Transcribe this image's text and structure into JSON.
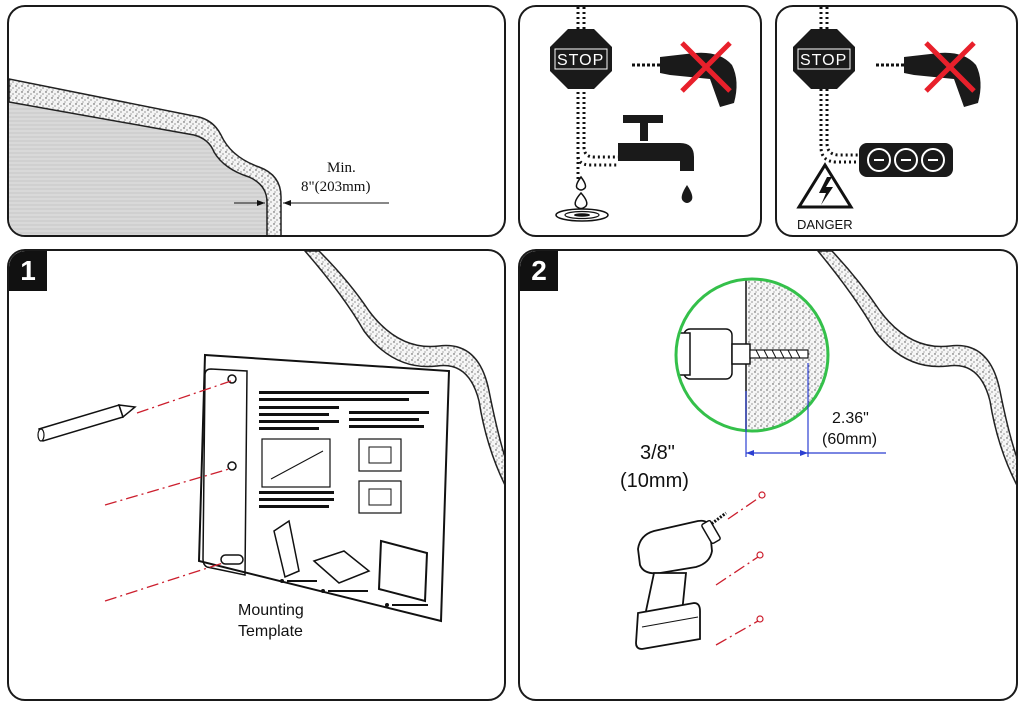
{
  "wall_clearance": {
    "min_label": "Min.",
    "distance_label": "8\"(203mm)"
  },
  "water_warning": {
    "stop_label": "STOP"
  },
  "electric_warning": {
    "stop_label": "STOP",
    "danger_label": "DANGER"
  },
  "step1": {
    "number": "1",
    "template_label_line1": "Mounting",
    "template_label_line2": "Template"
  },
  "step2": {
    "number": "2",
    "depth_inch": "2.36\"",
    "depth_mm": "(60mm)",
    "bit_inch": "3/8\"",
    "bit_mm": "(10mm)"
  },
  "colors": {
    "guide_line": "#cc1f2e",
    "cross": "#e8202b",
    "magnifier": "#34c04a",
    "dimension": "#2b3fd1"
  }
}
